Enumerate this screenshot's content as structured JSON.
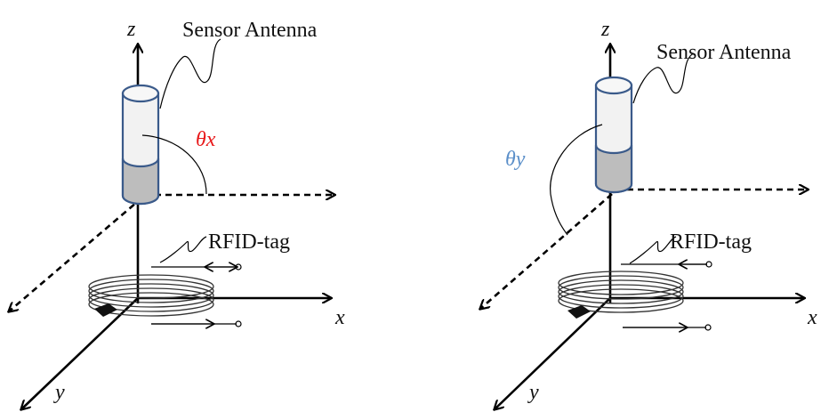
{
  "panels": [
    {
      "axis_z": "z",
      "axis_x": "x",
      "axis_y": "y",
      "sensor_label": "Sensor Antenna",
      "tag_label": "RFID-tag",
      "angle_label": "θx",
      "angle_color": "#e8191b"
    },
    {
      "axis_z": "z",
      "axis_x": "x",
      "axis_y": "y",
      "sensor_label": "Sensor Antenna",
      "tag_label": "RFID-tag",
      "angle_label": "θy",
      "angle_color": "#5b8fc9"
    }
  ]
}
